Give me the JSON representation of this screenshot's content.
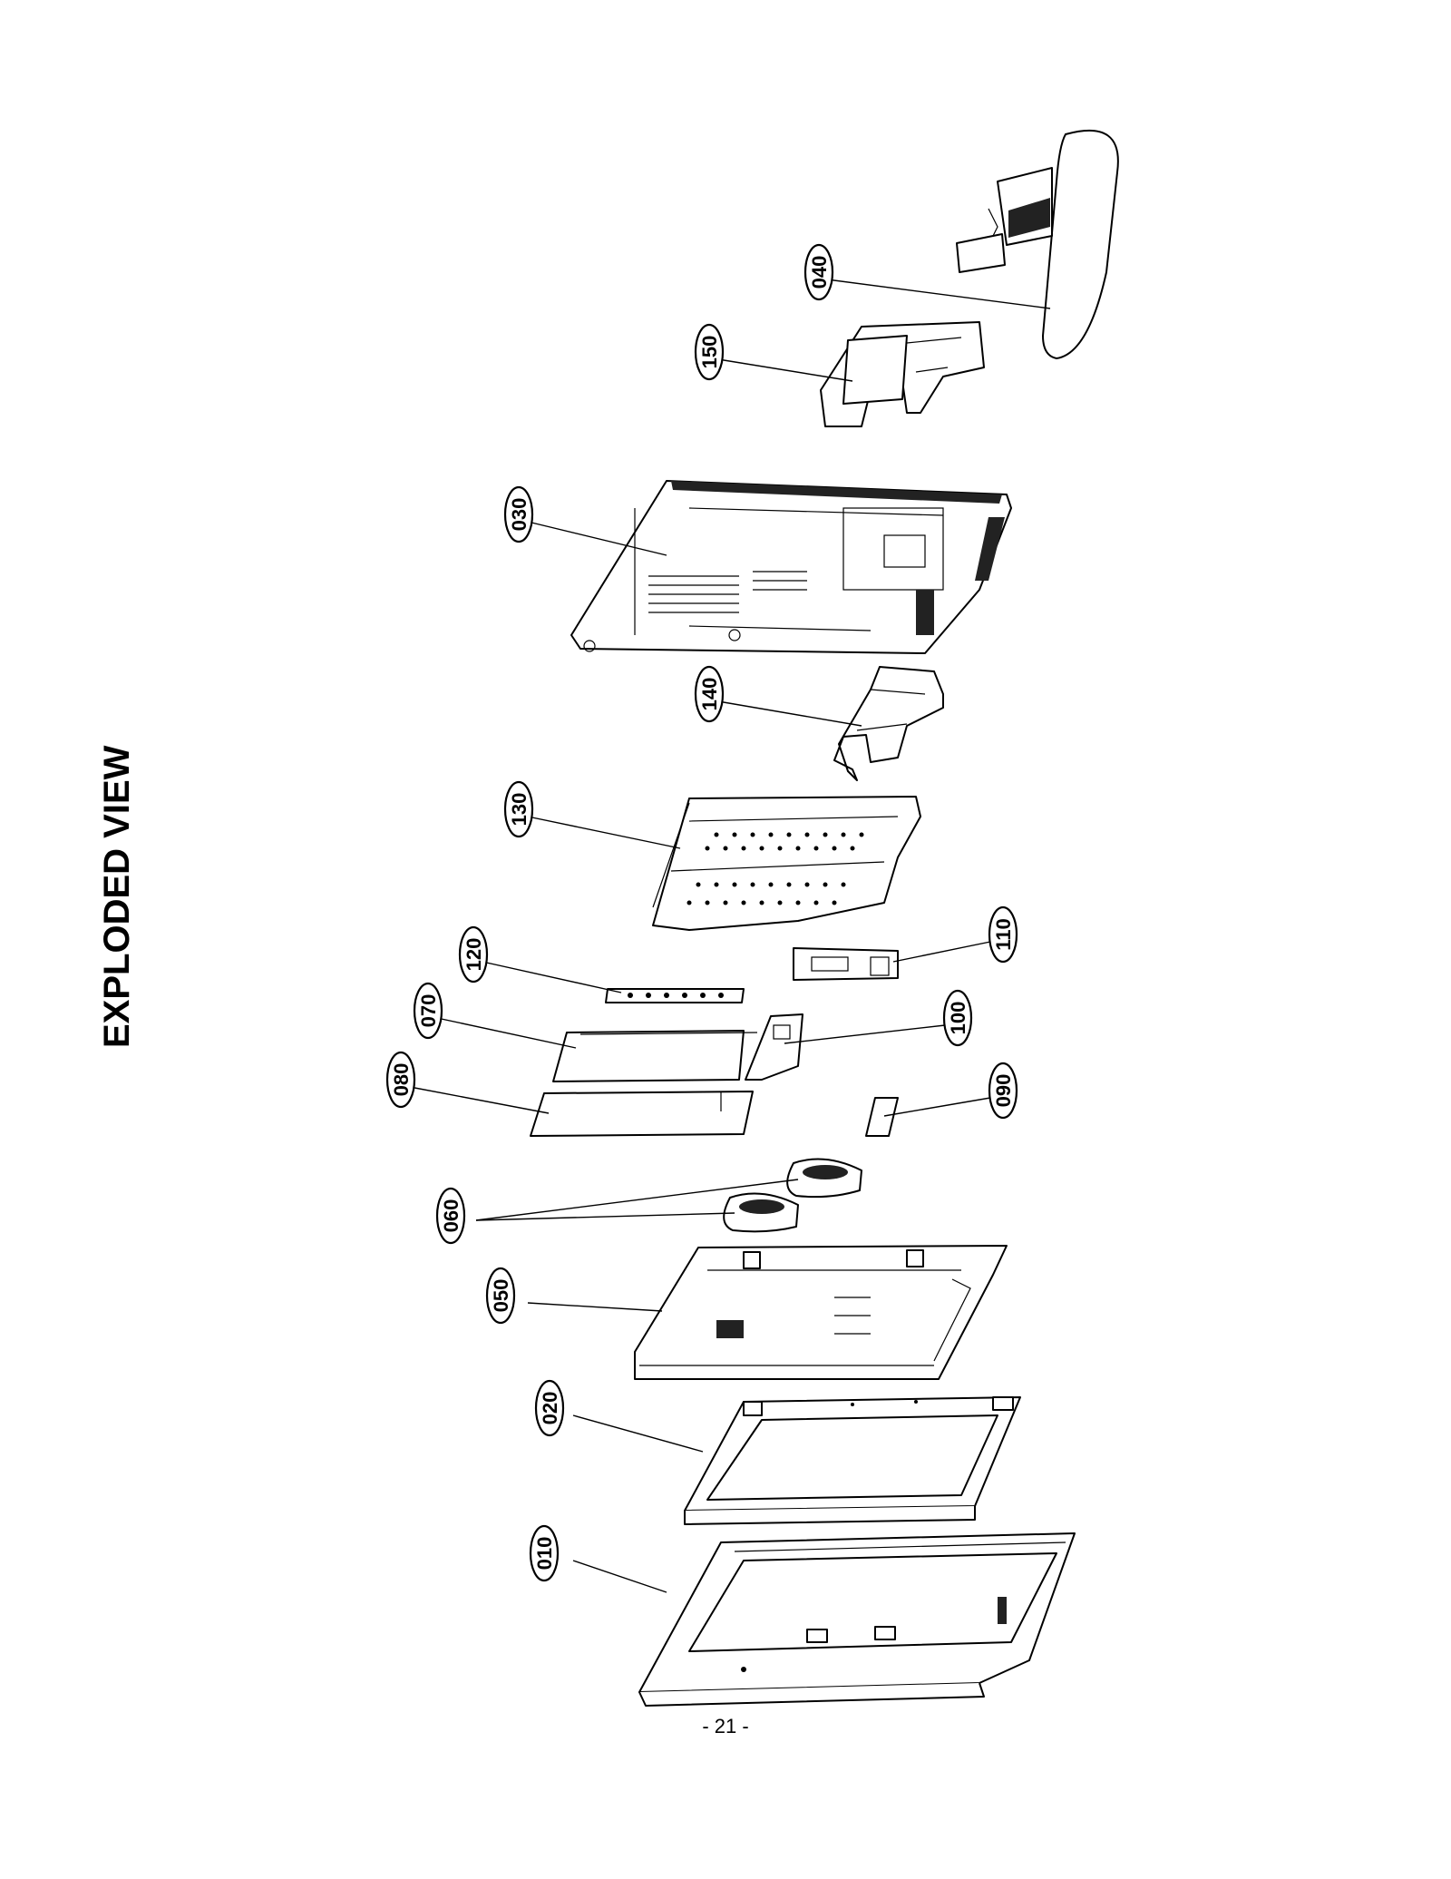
{
  "title": "EXPLODED VIEW",
  "page_number": "- 21 -",
  "callouts": [
    {
      "id": "040",
      "label": "040"
    },
    {
      "id": "150",
      "label": "150"
    },
    {
      "id": "030",
      "label": "030"
    },
    {
      "id": "140",
      "label": "140"
    },
    {
      "id": "130",
      "label": "130"
    },
    {
      "id": "110",
      "label": "110"
    },
    {
      "id": "120",
      "label": "120"
    },
    {
      "id": "070",
      "label": "070"
    },
    {
      "id": "100",
      "label": "100"
    },
    {
      "id": "080",
      "label": "080"
    },
    {
      "id": "090",
      "label": "090"
    },
    {
      "id": "060",
      "label": "060"
    },
    {
      "id": "050",
      "label": "050"
    },
    {
      "id": "020",
      "label": "020"
    },
    {
      "id": "010",
      "label": "010"
    }
  ]
}
